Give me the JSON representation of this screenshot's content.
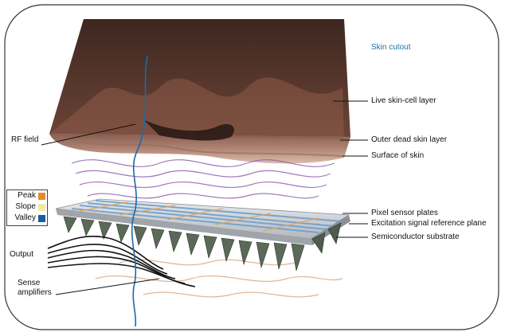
{
  "labels": {
    "skin_cutout": "Skin cutout",
    "live_skin": "Live skin-cell layer",
    "outer_dead": "Outer dead skin layer",
    "surface": "Surface of skin",
    "rf_field": "RF field",
    "pixel_plates": "Pixel sensor plates",
    "excitation": "Excitation signal reference plane",
    "substrate": "Semiconductor substrate",
    "output": "Output",
    "sense_amplifiers": "Sense\namplifiers"
  },
  "legend": [
    {
      "label": "Peak",
      "color": "#e58a2b"
    },
    {
      "label": "Slope",
      "color": "#f2e7a6"
    },
    {
      "label": "Valley",
      "color": "#1c5aa6"
    }
  ],
  "colors": {
    "skin_dark": "#4a2e25",
    "skin_mid": "#9b6b55",
    "skin_light": "#d8b8a2",
    "field_line": "#8a5aa8",
    "rf_line": "#1c6aa8",
    "substrate": "#c9ccd0",
    "frame": "#333333"
  }
}
